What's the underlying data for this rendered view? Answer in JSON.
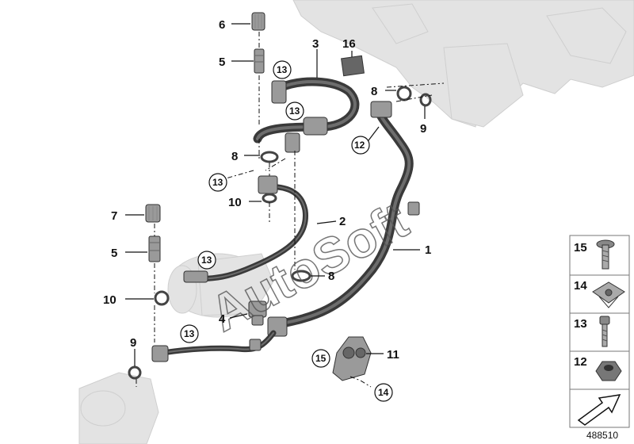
{
  "diagram": {
    "watermark": "AutoSoft",
    "diagram_number": "488510",
    "callouts": [
      {
        "id": "6",
        "circled": false
      },
      {
        "id": "3",
        "circled": false
      },
      {
        "id": "16",
        "circled": false
      },
      {
        "id": "5",
        "circled": false
      },
      {
        "id": "13",
        "circled": true
      },
      {
        "id": "13",
        "circled": true
      },
      {
        "id": "8",
        "circled": false
      },
      {
        "id": "8",
        "circled": false
      },
      {
        "id": "9",
        "circled": false
      },
      {
        "id": "12",
        "circled": true
      },
      {
        "id": "13",
        "circled": true
      },
      {
        "id": "10",
        "circled": false
      },
      {
        "id": "2",
        "circled": false
      },
      {
        "id": "7",
        "circled": false
      },
      {
        "id": "5",
        "circled": false
      },
      {
        "id": "13",
        "circled": true
      },
      {
        "id": "1",
        "circled": false
      },
      {
        "id": "8",
        "circled": false
      },
      {
        "id": "10",
        "circled": false
      },
      {
        "id": "4",
        "circled": false
      },
      {
        "id": "13",
        "circled": true
      },
      {
        "id": "9",
        "circled": false
      },
      {
        "id": "15",
        "circled": true
      },
      {
        "id": "11",
        "circled": false
      },
      {
        "id": "14",
        "circled": true
      }
    ],
    "legend": [
      {
        "id": "15",
        "part": "bolt-icon"
      },
      {
        "id": "14",
        "part": "clip-nut-icon"
      },
      {
        "id": "13",
        "part": "screw-icon"
      },
      {
        "id": "12",
        "part": "hex-nut-icon"
      },
      {
        "id": "",
        "part": "arrow-icon"
      }
    ]
  }
}
